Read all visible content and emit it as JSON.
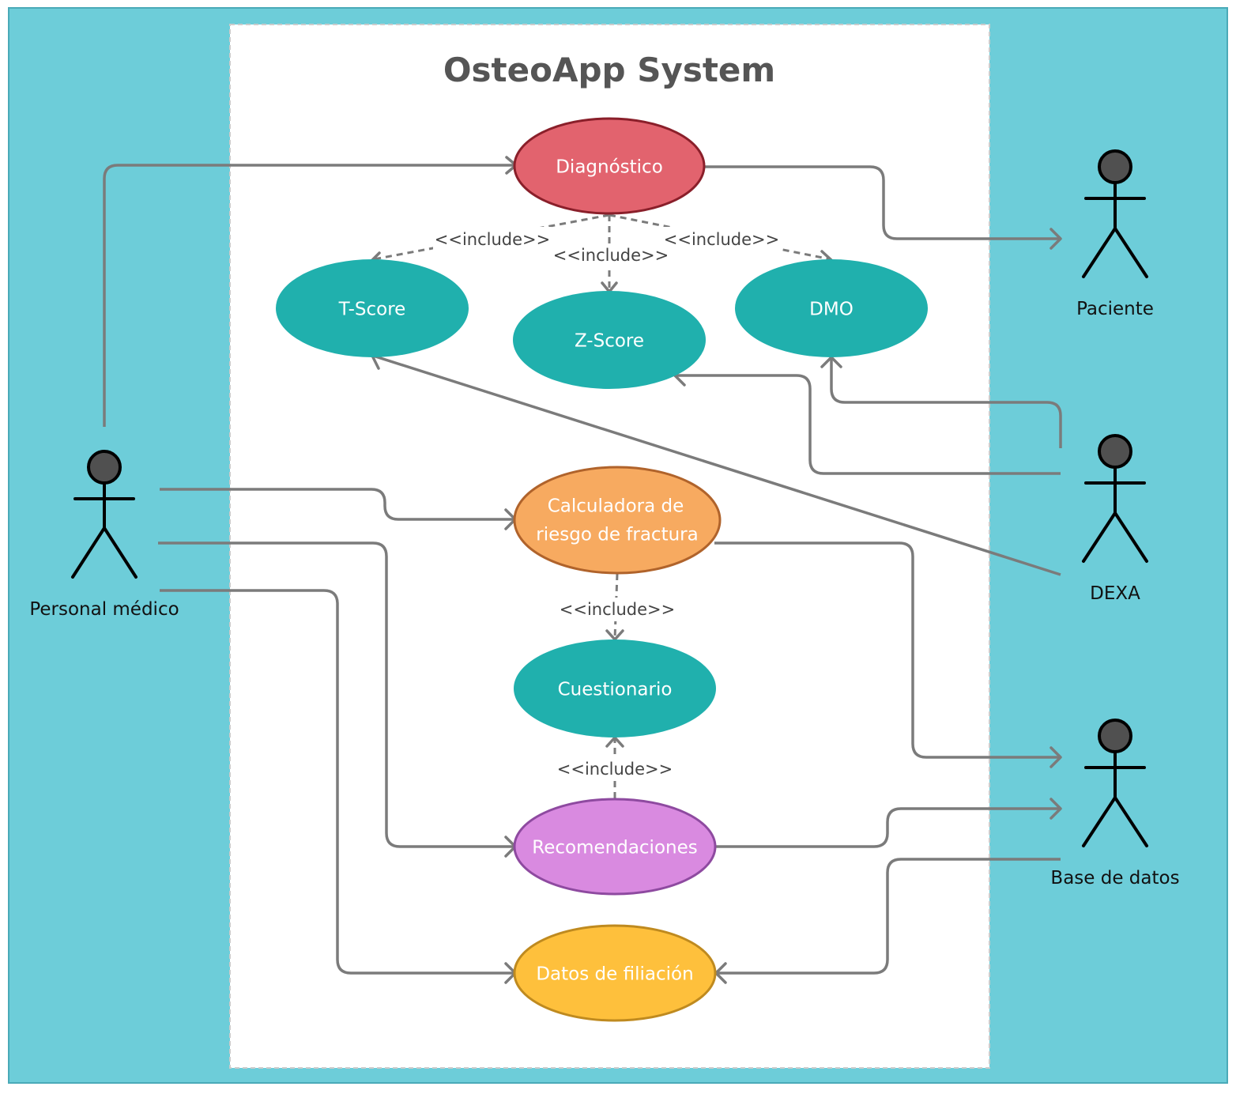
{
  "system": {
    "title": "OsteoApp System"
  },
  "use_cases": {
    "diagnostico": "Diagnóstico",
    "tscore": "T-Score",
    "zscore": "Z-Score",
    "dmo": "DMO",
    "calculadora_line1": "Calculadora de",
    "calculadora_line2": "riesgo de fractura",
    "cuestionario": "Cuestionario",
    "recomendaciones": "Recomendaciones",
    "datos_filiacion": "Datos de filiación"
  },
  "actors": {
    "personal_medico": "Personal médico",
    "paciente": "Paciente",
    "dexa": "DEXA",
    "base_datos": "Base de datos"
  },
  "include_label": "<<include>>",
  "colors": {
    "background": "#6dcdd9",
    "system_box": "#ffffff",
    "diagnostico": "#e2636e",
    "teal": "#20b0ad",
    "calculadora": "#f7aa60",
    "recomendaciones": "#d98ae0",
    "datos_filiacion": "#fec03c"
  }
}
